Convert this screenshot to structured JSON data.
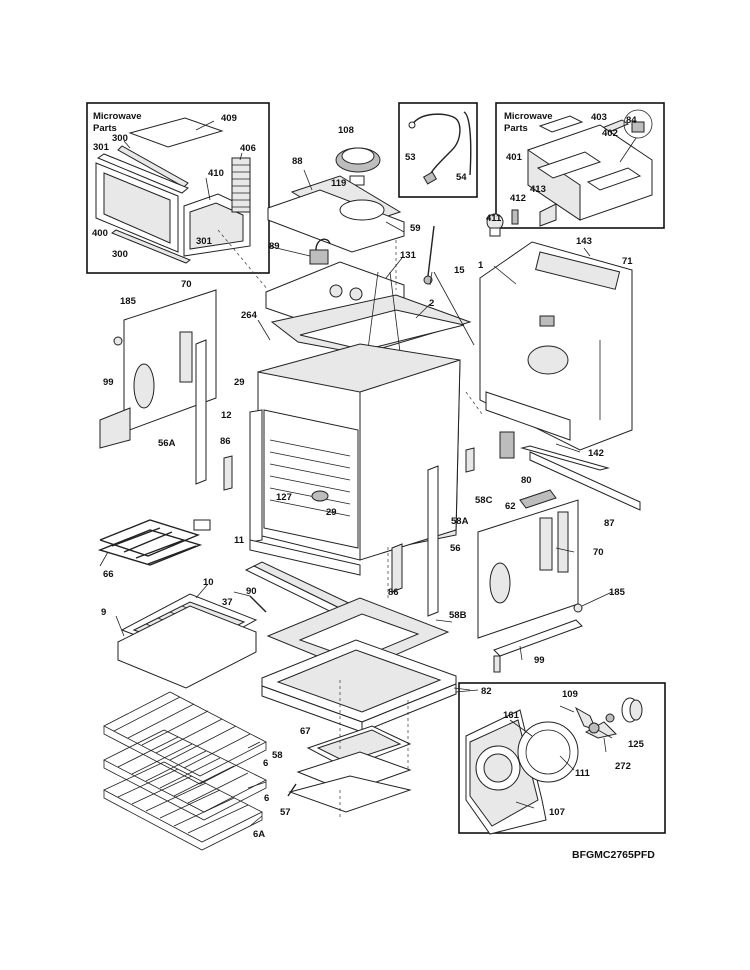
{
  "captions": {
    "microwave_left_line1": "Microwave",
    "microwave_left_line2": "Parts",
    "microwave_right_line1": "Microwave",
    "microwave_right_line2": "Parts"
  },
  "model_code": "BFGMC2765PFD",
  "labels": {
    "l409": "409",
    "l300a": "300",
    "l301a": "301",
    "l406": "406",
    "l410": "410",
    "l400": "400",
    "l301b": "301",
    "l300b": "300",
    "l108": "108",
    "l88": "88",
    "l119": "119",
    "l59": "59",
    "l89": "89",
    "l53": "53",
    "l54": "54",
    "l403": "403",
    "l402": "402",
    "l84": "84",
    "l401": "401",
    "l413": "413",
    "l412": "412",
    "l411": "411",
    "l143": "143",
    "l71": "71",
    "l1": "1",
    "l15": "15",
    "l131": "131",
    "l2": "2",
    "l185a": "185",
    "l70a": "70",
    "l264": "264",
    "l99a": "99",
    "l29a": "29",
    "l12": "12",
    "l56A": "56A",
    "l86a": "86",
    "l127": "127",
    "l29b": "29",
    "l11": "11",
    "l142": "142",
    "l80": "80",
    "l62": "62",
    "l58C": "58C",
    "l58A": "58A",
    "l87": "87",
    "l56": "56",
    "l70b": "70",
    "l185b": "185",
    "l66": "66",
    "l90": "90",
    "l86b": "86",
    "l10": "10",
    "l37": "37",
    "l9": "9",
    "l58B": "58B",
    "l99b": "99",
    "l82": "82",
    "l109": "109",
    "l161": "161",
    "l125": "125",
    "l272": "272",
    "l111": "111",
    "l107": "107",
    "l67": "67",
    "l58": "58",
    "l57": "57",
    "l6a": "6",
    "l6b": "6",
    "l6A": "6A"
  }
}
